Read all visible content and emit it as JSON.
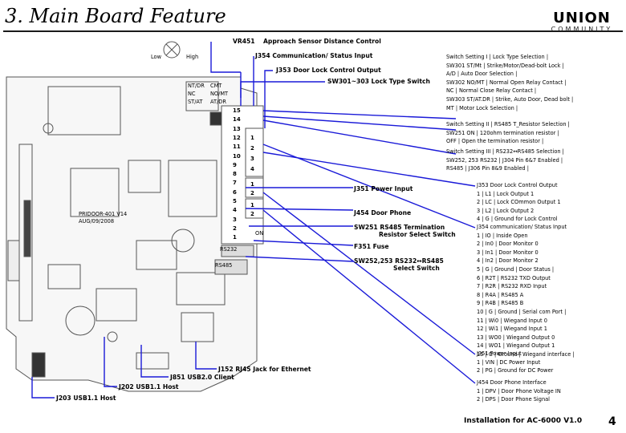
{
  "page": {
    "title": "3. Main Board Feature",
    "logo_main": "UNION",
    "logo_sub": "COMMUNITY",
    "footer": "Installation for AC-6000 V1.0",
    "page_number": "4"
  },
  "board": {
    "pot_low": "Low",
    "pot_high": "High",
    "pcb_label_1": "PRIDOOR-401 V14",
    "pcb_label_2": "AUG/09/2008",
    "rj45_1": "RS232",
    "rj45_2": "RS485",
    "lock_labels": [
      "NT/DR",
      "NC",
      "ST/AT",
      "CMT",
      "NO/MT",
      "AT/DR"
    ],
    "connector_pins": [
      "15",
      "14",
      "13",
      "12",
      "11",
      "10",
      "9",
      "8",
      "7",
      "6",
      "5",
      "4",
      "3",
      "2",
      "1"
    ],
    "j353_pins": [
      "1",
      "2",
      "3",
      "4"
    ],
    "j351_pins": [
      "1",
      "2"
    ],
    "j454_pins": [
      "1",
      "2"
    ],
    "switch_mark": "ON"
  },
  "callouts": {
    "vr451": "VR451",
    "vr451_desc": "Approach Sensor Distance Control",
    "j354": "J354 Communication/ Status Input",
    "j353": "J353 Door Lock Control Output",
    "sw301": "SW301~303 Lock Type Switch",
    "j351": "J351 Power Input",
    "j454": "J454 Door Phone",
    "sw251": "SW251 RS485 Termination",
    "sw251_2": "Resistor Select Switch",
    "f351": "F351 Fuse",
    "sw252": "SW252,253 RS232↔RS485",
    "sw252_2": "Select Switch",
    "j152": "J152 RJ45 Jack for Ethernet",
    "j851": "J851 USB2.0 Client",
    "j202": "J202 USB1.1 Host",
    "j203": "J203 USB1.1 Host"
  },
  "settings": {
    "s1": [
      "Switch Setting I | Lock Type Selection |",
      "SW301   ST/Mt | Strike/Motor/Dead-bolt Lock |",
      "             A/D | Auto Door Selection |",
      "SW302   NO/MT | Normal Open Relay Contact |",
      "             NC | Normal Close Relay Contact |",
      "SW303   ST/AT.DR | Strike, Auto Door, Dead bolt |",
      "             MT | Motor Lock Selection |"
    ],
    "s2": [
      "Switch Setting II | RS485 T_Resistor Selection |",
      "SW251   ON | 120ohm termination resistor |",
      "           OFF | Open the termination resistor |"
    ],
    "s3": [
      "Switch Setting III | RS232↔RS485 Selection |",
      "SW252, 253   RS232 | J304 Pin 6&7 Enabled |",
      "                    RS485 | J306 Pin 8&9 Enabled |"
    ],
    "j353_list": [
      "J353 Door Lock Control Output",
      "1 | L1 |   Lock Output 1",
      "2 | LC |   Lock COmmon Output 1",
      "3 | L2 |   Lock Output 2",
      "4 | G |   Ground for Lock Control"
    ],
    "j354_list": [
      "J354 communication/ Status Input",
      "1 | IO |   Inside Open",
      "2 | In0 |   Door Monitor 0",
      "3 | In1 |   Door Monitor 0",
      "4 | In2 |   Door Monitor 2",
      "5 | G |   Ground | Door Status |",
      "6 | R2T |   RS232 TXD Output",
      "7 | R2R |   RS232 RXD Input",
      "8 | R4A |   RS485 A",
      "9 | R4B |   RS485 B",
      "10 | G |   Ground | Serial com Port |",
      "11 | Wi0 |   Wiegand Input 0",
      "12 | Wi1 |   Wiegand Input 1",
      "13 | WO0 |   Wiegand Output 0",
      "14 | WO1 |   Wiegand Output 1",
      "15 | G |   Ground | Wiegand interface |"
    ],
    "j351_list": [
      "J351 Power Input",
      "1 | VIN |   DC Power Input",
      "2 | PG |   Ground for DC Power"
    ],
    "j454_list": [
      "J454 Door Phone Interface",
      "1 | DPV |   Door Phone Voltage IN",
      "2 | DPS |   Door Phone Signal"
    ]
  },
  "colors": {
    "callout_line": "#1a1ad8",
    "board_line": "#555555",
    "board_fill": "#f7f7f7"
  }
}
